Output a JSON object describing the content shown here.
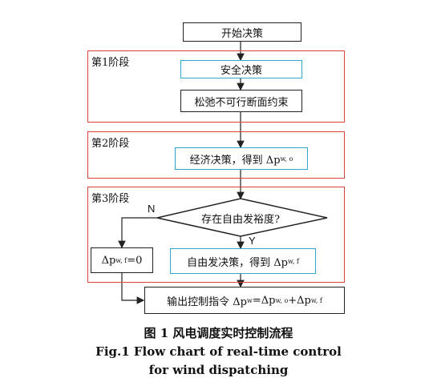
{
  "stages": [
    {
      "label": "第1阶段"
    },
    {
      "label": "第2阶段"
    },
    {
      "label": "第3阶段"
    }
  ],
  "nodes": {
    "start": "开始决策",
    "safety": "安全决策",
    "relax": "松弛不可行断面约束",
    "economic": {
      "text": "经济决策，得到 Δp",
      "sup": "w, o"
    },
    "decision": "存在自由发裕度?",
    "free": {
      "text": "自由发决策，得到 Δp",
      "sup": "w, f"
    },
    "zero": {
      "prefix": "Δp",
      "sup": "w, f",
      "suffix": "=0"
    },
    "output": {
      "prefix": "输出控制指令 Δp",
      "sup1": "w",
      "mid1": "=Δp",
      "sup2": "w, o",
      "mid2": "+Δp",
      "sup3": "w, f"
    }
  },
  "edge_labels": {
    "no": "N",
    "yes": "Y"
  },
  "caption": {
    "cn": "图 1    风电调度实时控制流程",
    "en_line1": "Fig.1    Flow chart of real-time control",
    "en_line2": "for wind dispatching"
  },
  "colors": {
    "stage_border": "#d9433a",
    "highlight_border": "#2fa7c9",
    "box_border": "#222222"
  }
}
